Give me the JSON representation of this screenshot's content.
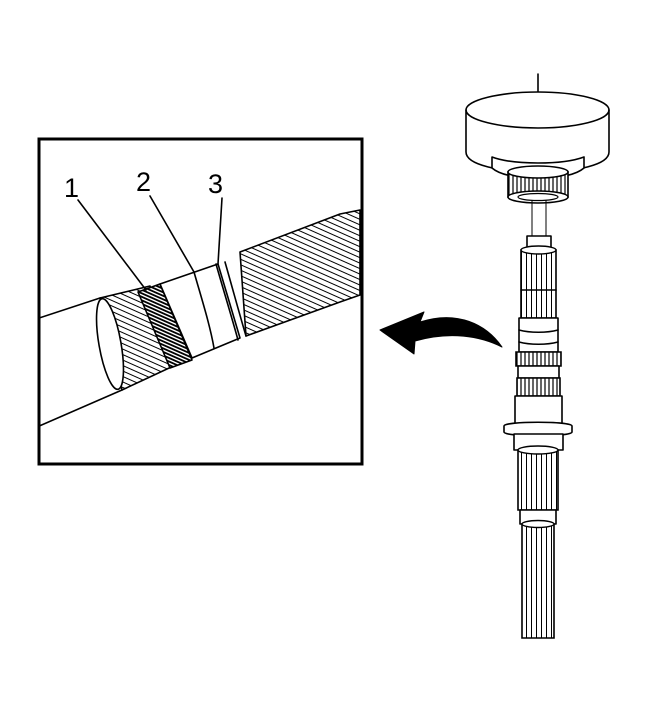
{
  "figure": {
    "callouts": [
      {
        "id": "1",
        "text": "1"
      },
      {
        "id": "2",
        "text": "2"
      },
      {
        "id": "3",
        "text": "3"
      }
    ]
  },
  "colors": {
    "ink": "#000000",
    "paper": "#ffffff"
  },
  "icons": {
    "direction_arrow": "curved-arrow-left"
  }
}
